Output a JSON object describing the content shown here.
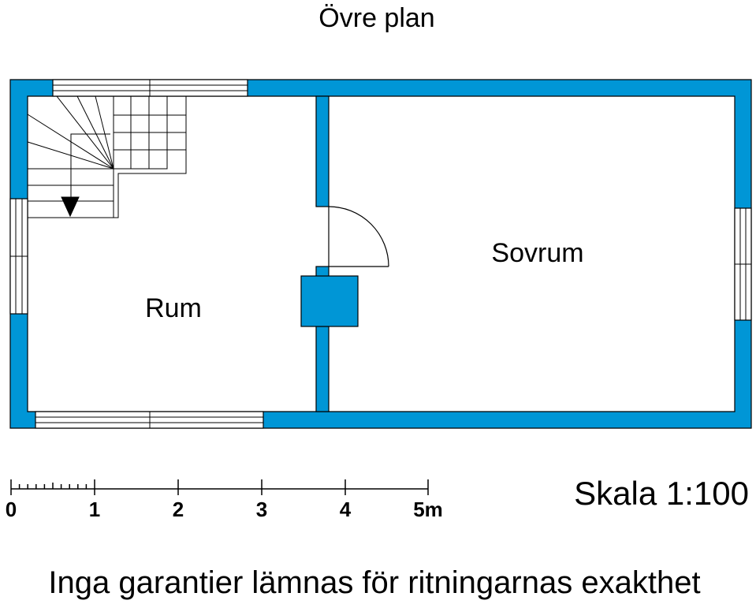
{
  "title": "Övre plan",
  "rooms": {
    "left": "Rum",
    "right": "Sovrum"
  },
  "scale": {
    "ticks": [
      "0",
      "1",
      "2",
      "3",
      "4",
      "5m"
    ],
    "label": "Skala 1:100"
  },
  "disclaimer": "Inga garantier lämnas för ritningarnas exakthet",
  "colors": {
    "wall": "#0096d6",
    "line": "#000000",
    "background": "#ffffff"
  }
}
